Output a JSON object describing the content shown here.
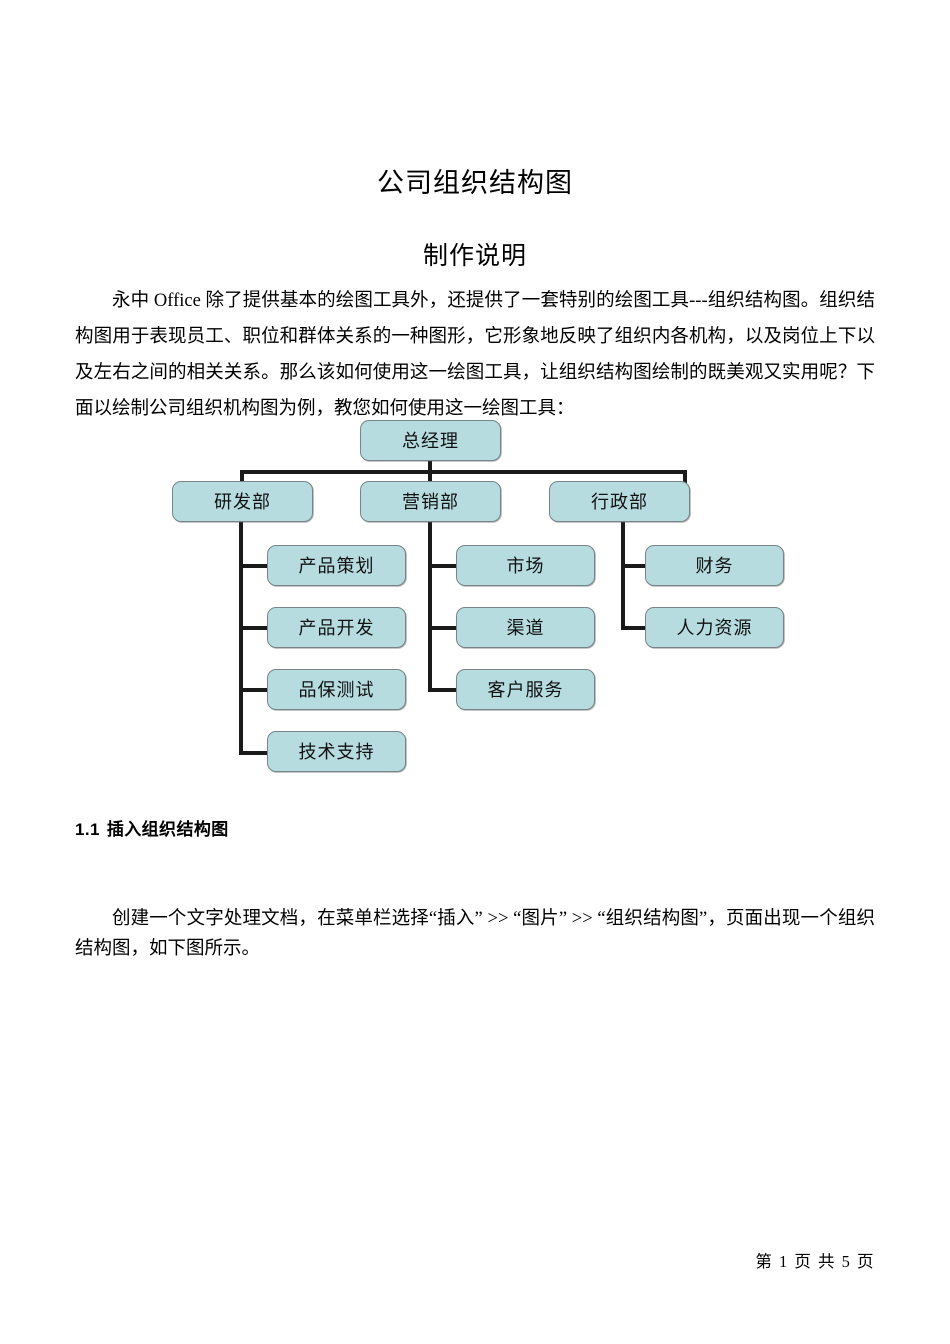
{
  "document": {
    "title": "公司组织结构图",
    "subtitle": "制作说明",
    "intro_paragraph": "永中 Office 除了提供基本的绘图工具外，还提供了一套特别的绘图工具---组织结构图。组织结构图用于表现员工、职位和群体关系的一种图形，它形象地反映了组织内各机构，以及岗位上下以及左右之间的相关关系。那么该如何使用这一绘图工具，让组织结构图绘制的既美观又实用呢？下面以绘制公司组织机构图为例，教您如何使用这一绘图工具：",
    "section": {
      "number": "1.1",
      "title": "插入组织结构图"
    },
    "step_paragraph": "创建一个文字处理文档，在菜单栏选择“插入” >> “图片” >> “组织结构图”，页面出现一个组织结构图，如下图所示。",
    "footer": "第 1 页  共 5 页"
  },
  "chart_data": {
    "type": "diagram",
    "title": "公司组织结构图",
    "node_fill": "#b6dce0",
    "node_border": "#7a8488",
    "connector_color": "#1a1a1a",
    "nodes": [
      {
        "id": "gm",
        "label": "总经理",
        "level": 0,
        "parent": null
      },
      {
        "id": "rd",
        "label": "研发部",
        "level": 1,
        "parent": "gm"
      },
      {
        "id": "mkt",
        "label": "营销部",
        "level": 1,
        "parent": "gm"
      },
      {
        "id": "adm",
        "label": "行政部",
        "level": 1,
        "parent": "gm"
      },
      {
        "id": "rd1",
        "label": "产品策划",
        "level": 2,
        "parent": "rd"
      },
      {
        "id": "rd2",
        "label": "产品开发",
        "level": 2,
        "parent": "rd"
      },
      {
        "id": "rd3",
        "label": "品保测试",
        "level": 2,
        "parent": "rd"
      },
      {
        "id": "rd4",
        "label": "技术支持",
        "level": 2,
        "parent": "rd"
      },
      {
        "id": "mk1",
        "label": "市场",
        "level": 2,
        "parent": "mkt"
      },
      {
        "id": "mk2",
        "label": "渠道",
        "level": 2,
        "parent": "mkt"
      },
      {
        "id": "mk3",
        "label": "客户服务",
        "level": 2,
        "parent": "mkt"
      },
      {
        "id": "ad1",
        "label": "财务",
        "level": 2,
        "parent": "adm"
      },
      {
        "id": "ad2",
        "label": "人力资源",
        "level": 2,
        "parent": "adm"
      }
    ]
  }
}
